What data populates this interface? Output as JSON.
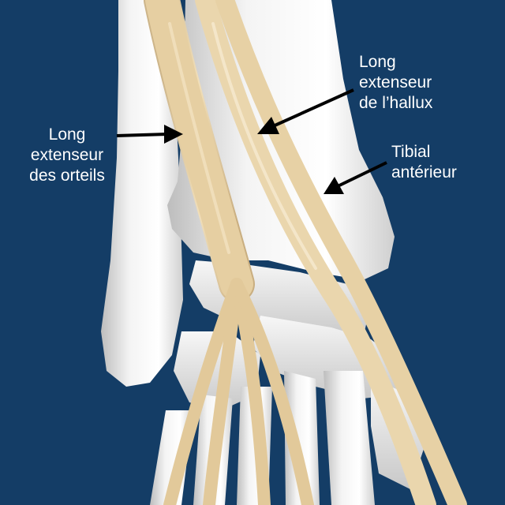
{
  "labels": {
    "extensor_digitorum_longus": [
      "Long",
      "extenseur",
      "des orteils"
    ],
    "extensor_hallucis_longus": [
      "Long",
      "extenseur",
      "de l’hallux"
    ],
    "tibialis_anterior": [
      "Tibial",
      "antérieur"
    ]
  },
  "colors": {
    "background": "#143d66",
    "bone": "#e9e9e9",
    "tendon": "#e8d3a8",
    "arrow": "#000000",
    "text": "#ffffff"
  }
}
